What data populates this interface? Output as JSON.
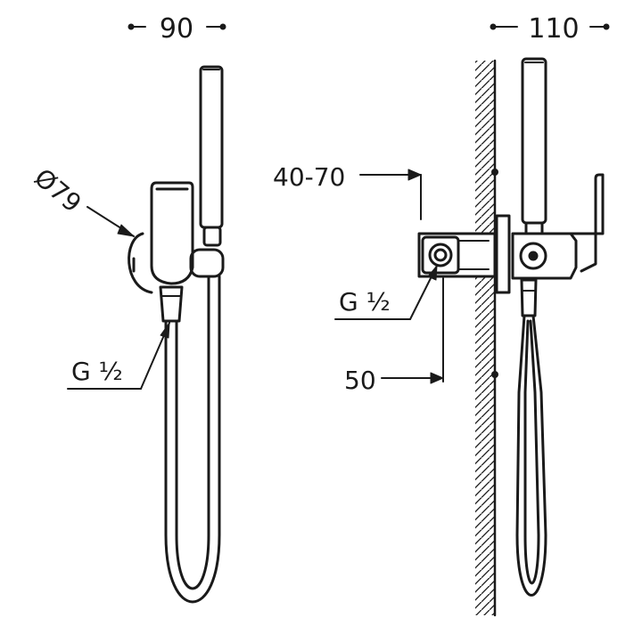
{
  "drawing": {
    "front_view": {
      "width_dimension": "90",
      "plate_diameter": "Ø79",
      "connection_thread": "G ½"
    },
    "side_view": {
      "depth_dimension": "110",
      "wall_adjustment_range": "40-70",
      "connection_thread": "G ½",
      "body_depth": "50"
    }
  },
  "colors": {
    "line": "#1a1a1a",
    "background": "#ffffff"
  }
}
